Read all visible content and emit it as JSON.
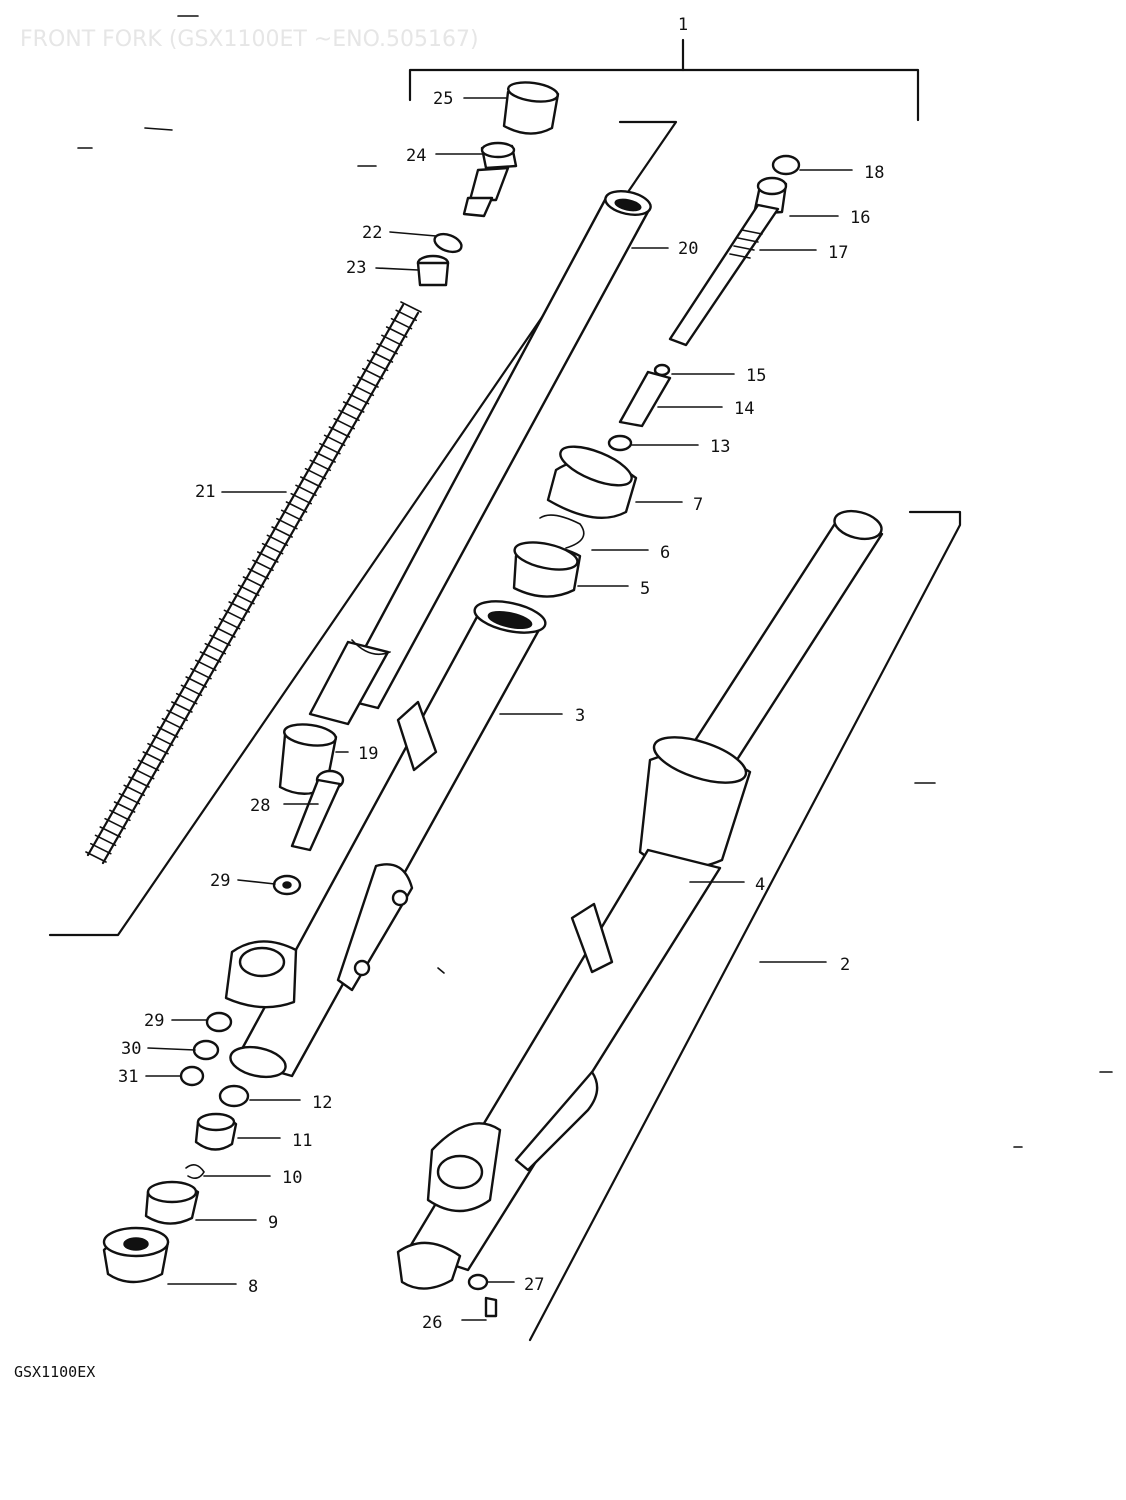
{
  "ghost_title": "FRONT FORK (GSX1100ET ~ENO.505167)",
  "model_code": "GSX1100EX",
  "parts": [
    {
      "num": "1"
    },
    {
      "num": "2"
    },
    {
      "num": "3"
    },
    {
      "num": "4"
    },
    {
      "num": "5"
    },
    {
      "num": "6"
    },
    {
      "num": "7"
    },
    {
      "num": "8"
    },
    {
      "num": "9"
    },
    {
      "num": "10"
    },
    {
      "num": "11"
    },
    {
      "num": "12"
    },
    {
      "num": "13"
    },
    {
      "num": "14"
    },
    {
      "num": "15"
    },
    {
      "num": "16"
    },
    {
      "num": "17"
    },
    {
      "num": "18"
    },
    {
      "num": "19"
    },
    {
      "num": "20"
    },
    {
      "num": "21"
    },
    {
      "num": "22"
    },
    {
      "num": "23"
    },
    {
      "num": "24"
    },
    {
      "num": "25"
    },
    {
      "num": "26"
    },
    {
      "num": "27"
    },
    {
      "num": "28"
    },
    {
      "num": "29"
    },
    {
      "num": "29"
    },
    {
      "num": "30"
    },
    {
      "num": "31"
    }
  ]
}
